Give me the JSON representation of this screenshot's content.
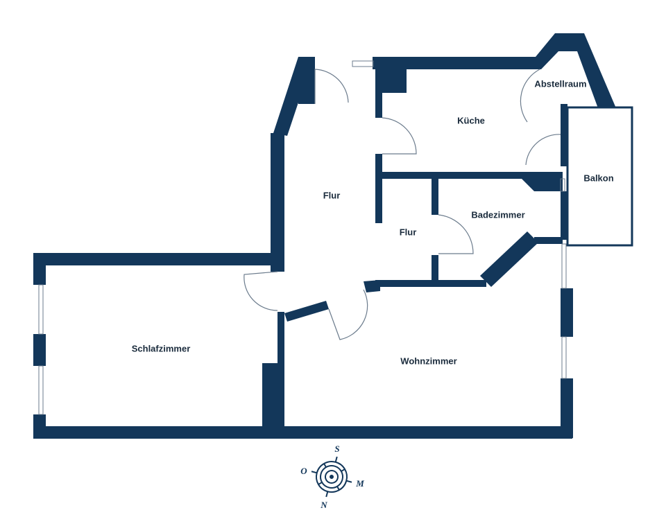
{
  "rooms": {
    "schlafzimmer": "Schlafzimmer",
    "wohnzimmer": "Wohnzimmer",
    "flur_main": "Flur",
    "flur_small": "Flur",
    "kueche": "Küche",
    "badezimmer": "Badezimmer",
    "abstellraum": "Abstellraum",
    "balkon": "Balkon"
  },
  "compass": {
    "top": "S",
    "left": "O",
    "right": "M",
    "bottom": "N"
  },
  "colors": {
    "wall": "#13375a",
    "door_line": "#6b7b8c",
    "background": "#ffffff",
    "text": "#1a2b3c"
  }
}
